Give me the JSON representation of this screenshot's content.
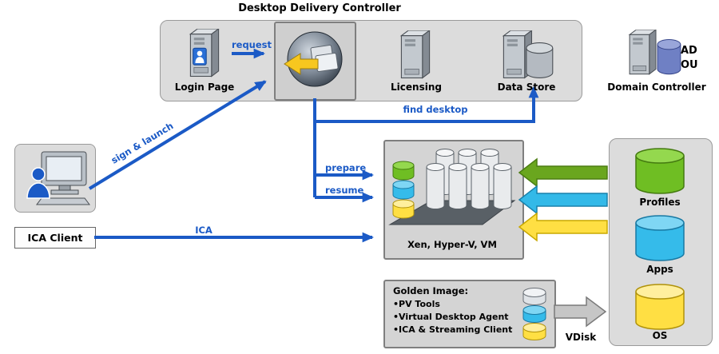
{
  "title": "Desktop Delivery Controller",
  "colors": {
    "blue": "#1b5ac6",
    "green": "#6aa61e",
    "cyan": "#33b9e8",
    "yellow": "#ffdf43",
    "panel_gray": "#dcdcdc"
  },
  "nodes": {
    "login_page": {
      "label": "Login Page"
    },
    "licensing": {
      "label": "Licensing"
    },
    "data_store": {
      "label": "Data Store"
    },
    "domain_controller": {
      "label": "Domain Controller",
      "ad": "AD",
      "ou": "OU"
    },
    "ica_client": {
      "label": "ICA Client"
    },
    "hypervisor": {
      "label": "Xen, Hyper-V, VM"
    },
    "storage": {
      "profiles": "Profiles",
      "apps": "Apps",
      "os": "OS"
    },
    "golden_image": {
      "title": "Golden Image:",
      "items": [
        "•PV Tools",
        "•Virtual Desktop Agent",
        "•ICA & Streaming Client"
      ]
    },
    "vdisk_label": "VDisk"
  },
  "edges": {
    "request": "request",
    "sign_launch": "sign & launch",
    "find_desktop": "find desktop",
    "prepare": "prepare",
    "resume": "resume",
    "ica": "ICA"
  }
}
